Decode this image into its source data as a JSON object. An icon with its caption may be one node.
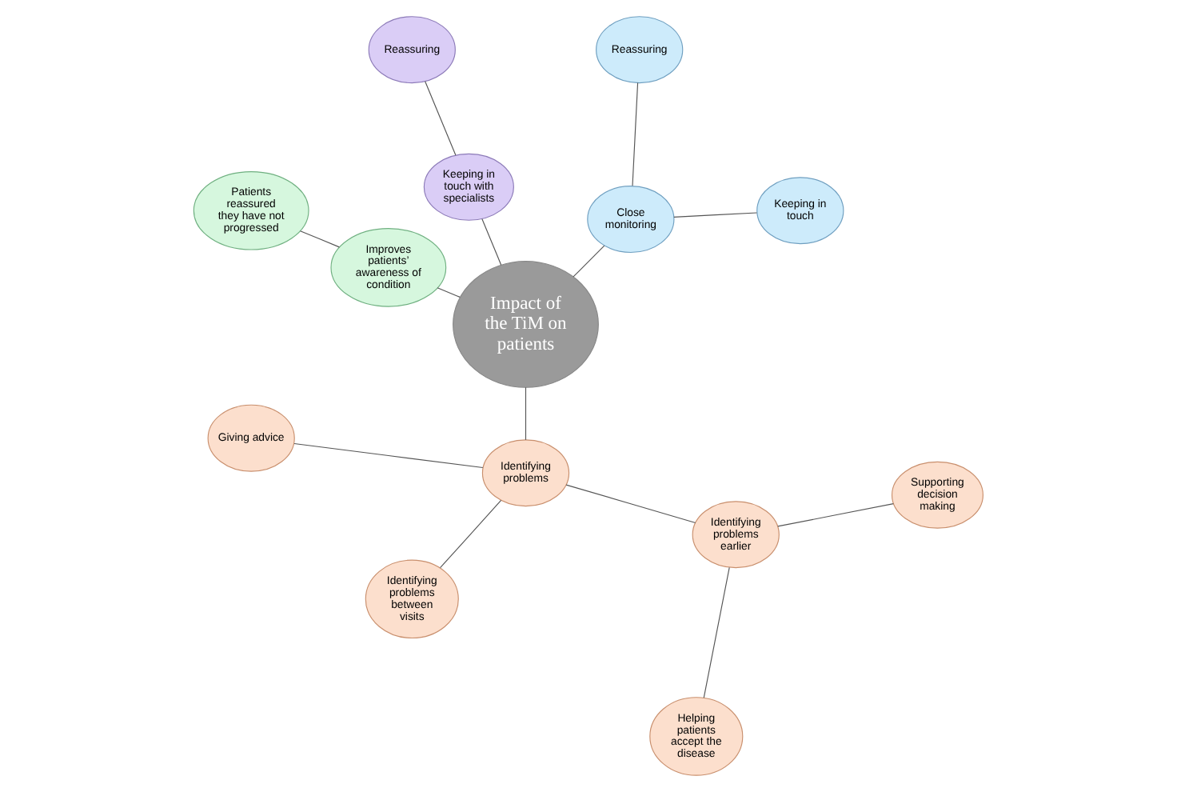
{
  "diagram": {
    "nodes": [
      {
        "text": [
          "Impact of the TiM on patients"
        ]
      },
      {
        "text": [
          "Close monitoring"
        ]
      },
      {
        "text": [
          "Keeping in touch"
        ]
      },
      {
        "text": [
          "Reassuring"
        ]
      },
      {
        "text": [
          "Keeping in touch with specialists"
        ]
      },
      {
        "text": [
          "Reassuring"
        ]
      },
      {
        "text": [
          "Improves patients’ awareness of condition"
        ]
      },
      {
        "text": [
          "Patients reassured they have not progressed"
        ]
      },
      {
        "text": [
          "Identifying problems"
        ]
      },
      {
        "text": [
          "Giving advice"
        ]
      },
      {
        "text": [
          "Identifying problems between visits"
        ]
      },
      {
        "text": [
          "Identifying problems earlier"
        ]
      },
      {
        "text": [
          "Helping patients accept the disease"
        ]
      },
      {
        "text": [
          "Supporting decision making"
        ]
      }
    ],
    "edges": [
      {
        "from": 0,
        "to": 1,
        "arrow": "none"
      },
      {
        "from": 1,
        "to": 2,
        "arrow": "none"
      },
      {
        "from": 1,
        "to": 3,
        "arrow": "none"
      },
      {
        "from": 0,
        "to": 4,
        "arrow": "none"
      },
      {
        "from": 4,
        "to": 5,
        "arrow": "none"
      },
      {
        "from": 0,
        "to": 6,
        "arrow": "none"
      },
      {
        "from": 6,
        "to": 7,
        "arrow": "none"
      },
      {
        "from": 0,
        "to": 8,
        "arrow": "none"
      },
      {
        "from": 8,
        "to": 9,
        "arrow": "none"
      },
      {
        "from": 8,
        "to": 10,
        "arrow": "none"
      },
      {
        "from": 8,
        "to": 11,
        "arrow": "none"
      },
      {
        "from": 11,
        "to": 12,
        "arrow": "none"
      },
      {
        "from": 11,
        "to": 13,
        "arrow": "none"
      }
    ]
  }
}
